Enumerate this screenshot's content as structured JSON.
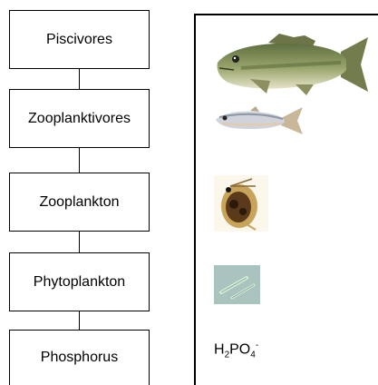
{
  "levels": [
    {
      "label": "Piscivores",
      "icon": "largemouth-bass"
    },
    {
      "label": "Zooplanktivores",
      "icon": "small-silver-fish"
    },
    {
      "label": "Zooplankton",
      "icon": "daphnia"
    },
    {
      "label": "Phytoplankton",
      "icon": "algae"
    },
    {
      "label": "Phosphorus",
      "icon": "phosphate-formula"
    }
  ],
  "formula": {
    "base1": "H",
    "sub1": "2",
    "base2": "PO",
    "sub2": "4",
    "sup": "-"
  }
}
